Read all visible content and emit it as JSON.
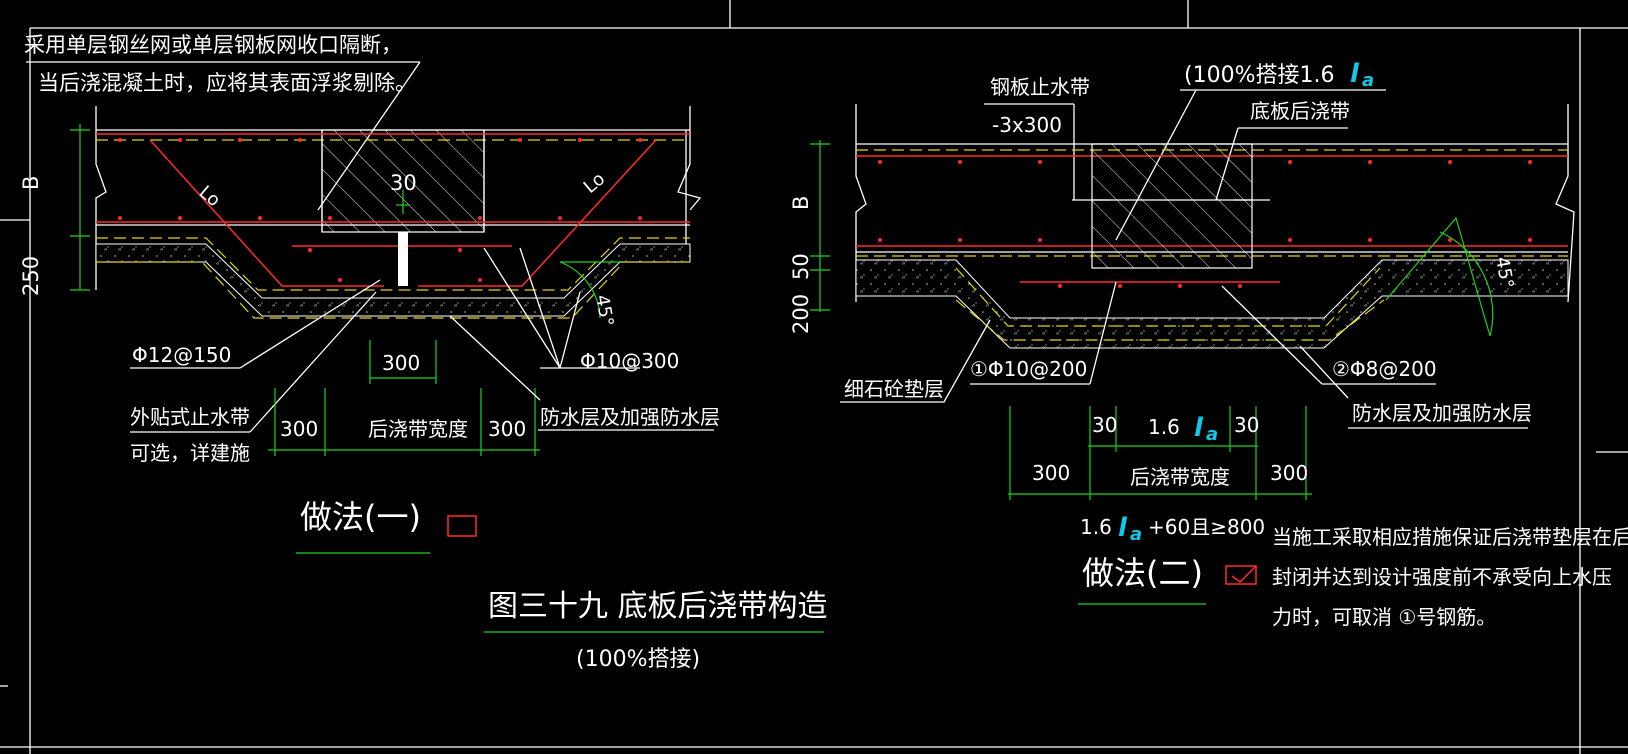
{
  "top_note": {
    "line1": "采用单层钢丝网或单层钢板网收口隔断，",
    "line2": "当后浇混凝土时，应将其表面浮浆剔除。"
  },
  "method_one": {
    "dim_b": "B",
    "dim_250": "250",
    "la_left": "Lo",
    "la_right": "Lo",
    "dim_30": "30",
    "angle_45": "45°",
    "rebar_phi12": "Φ12@150",
    "rebar_phi10": "Φ10@300",
    "dim_300_center": "300",
    "waterstop_line1": "外贴式止水带",
    "waterstop_line2": "可选，详建施",
    "dim_300_left": "300",
    "band_width": "后浇带宽度",
    "dim_300_right": "300",
    "waterproof": "防水层及加强防水层",
    "label": "做法(一)"
  },
  "figure_title": {
    "title": "图三十九  底板后浇带构造",
    "subtitle": "(100%搭接)"
  },
  "method_two": {
    "lap_note": "(100%搭接1.6",
    "la_symbol": "l",
    "la_sub": "a",
    "steel_plate": "钢板止水带",
    "plate_size": "-3x300",
    "band_label": "底板后浇带",
    "dim_b": "B",
    "dim_50": "50",
    "dim_200": "200",
    "angle_45": "45°",
    "fine_cushion": "细石砼垫层",
    "rebar_1": "①Φ10@200",
    "rebar_2": "②Φ8@200",
    "waterproof": "防水层及加强防水层",
    "dim_30_left": "30",
    "dim_16": "1.6",
    "dim_30_right": "30",
    "dim_300_left": "300",
    "band_width": "后浇带宽度",
    "dim_300_right": "300",
    "formula_pre": "1.6",
    "formula_post": "+60且≥800",
    "label": "做法(二)"
  },
  "side_note": {
    "line1": "当施工采取相应措施保证后浇带垫层在后浇带",
    "line2": "封闭并达到设计强度前不承受向上水压",
    "line3": "力时，可取消   ①号钢筋。"
  },
  "colors": {
    "background": "#000000",
    "lines": "#ffffff",
    "rebar": "#ff2a2a",
    "dimension": "#1fd11f",
    "hidden": "#e3d500",
    "la_symbol": "#12c8e8"
  }
}
